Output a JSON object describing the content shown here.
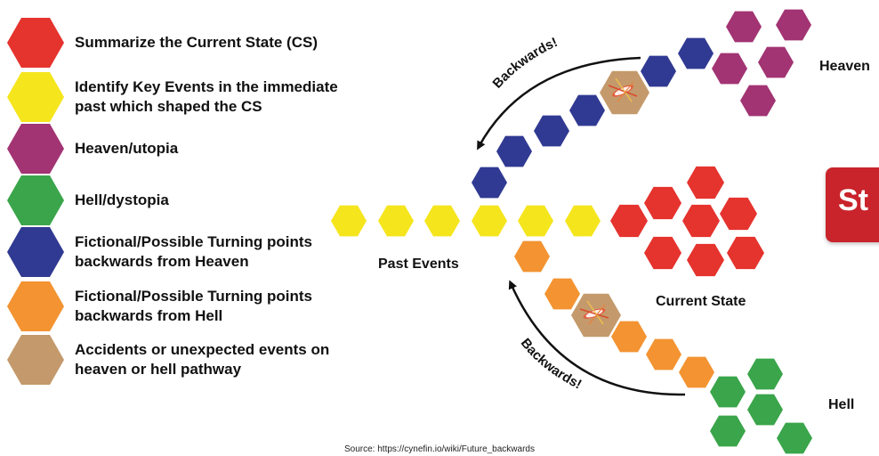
{
  "colors": {
    "red": "#e5332e",
    "yellow": "#f5e51d",
    "purple": "#a23473",
    "green": "#3aa54a",
    "blue": "#303a92",
    "orange": "#f39331",
    "tan": "#c49a6c"
  },
  "legend": [
    {
      "color": "red",
      "text": "Summarize the Current State (CS)"
    },
    {
      "color": "yellow",
      "text": "Identify Key Events in the immediate past which shaped the CS"
    },
    {
      "color": "purple",
      "text": "Heaven/utopia"
    },
    {
      "color": "green",
      "text": "Hell/dystopia"
    },
    {
      "color": "blue",
      "text": "Fictional/Possible Turning points backwards from Heaven"
    },
    {
      "color": "orange",
      "text": "Fictional/Possible Turning points backwards from Hell"
    },
    {
      "color": "tan",
      "text": "Accidents or unexpected events on heaven or hell pathway"
    }
  ],
  "labels": {
    "heaven": "Heaven",
    "hell": "Hell",
    "past_events": "Past Events",
    "current_state": "Current State",
    "backwards_top": "Backwards!",
    "backwards_bottom": "Backwards!"
  },
  "badge_text": "St",
  "source": "Source: https://cynefin.io/wiki/Future_backwards"
}
